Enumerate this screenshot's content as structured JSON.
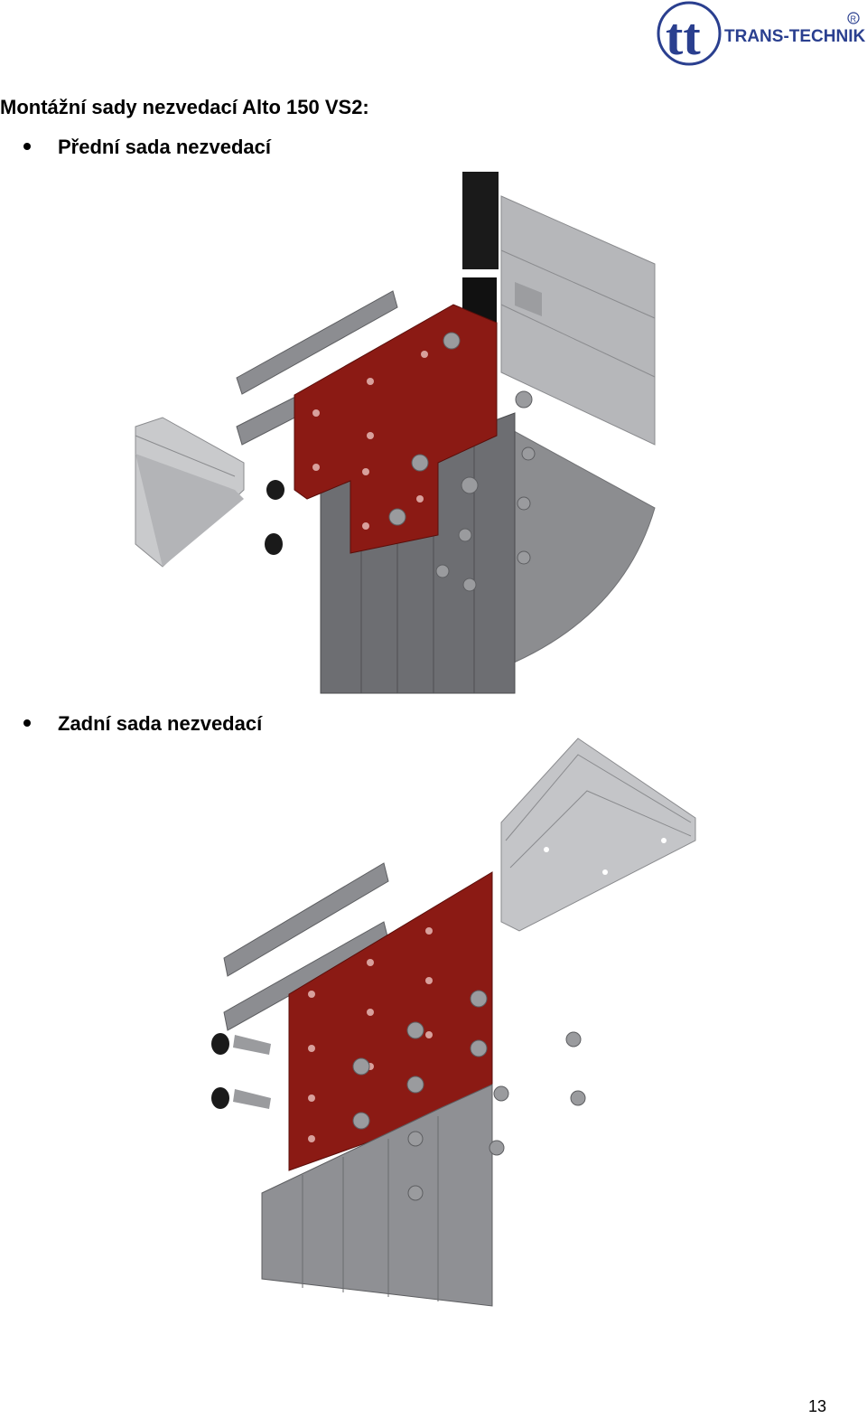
{
  "logo": {
    "monogram": "tt",
    "brand": "TRANS-TECHNIK",
    "registered": "®"
  },
  "heading": "Montážní sady nezvedací Alto 150 VS2:",
  "sections": [
    {
      "label": "Přední sada nezvedací"
    },
    {
      "label": "Zadní sada nezvedací"
    }
  ],
  "page_number": "13",
  "colors": {
    "plate": "#8b1a14",
    "aluminium": "#a8a9ad",
    "logo_blue": "#2a3f8f"
  }
}
